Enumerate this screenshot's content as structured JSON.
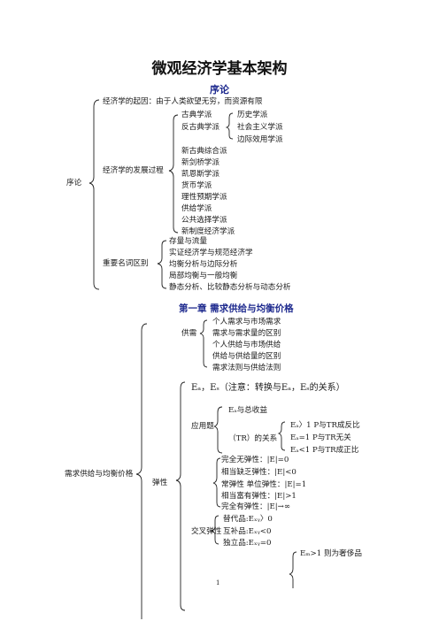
{
  "title": "微观经济学基本架构",
  "intro": {
    "heading": "序论",
    "root": "序论",
    "origin": "经济学的起因：由于人类欲望无穷，而资源有限",
    "development": {
      "label": "经济学的发展过程",
      "classical": "古典学派",
      "anti_classical": "反古典学派",
      "anti_subschools": [
        "历史学派",
        "社会主义学派",
        "边际效用学派"
      ],
      "schools": [
        "新古典综合派",
        "新剑桥学派",
        "凯恩斯学派",
        "货币学派",
        "理性预期学派",
        "供给学派",
        "公共选择学派",
        "新制度经济学派"
      ]
    },
    "terms": {
      "label": "重要名词区别",
      "items": [
        "存量与流量",
        "实证经济学与规范经济学",
        "均衡分析与边际分析",
        "局部均衡与一般均衡",
        "静态分析、比较静态分析与动态分析"
      ]
    }
  },
  "chapter1": {
    "heading": "第一章  需求供给与均衡价格",
    "root": "需求供给与均衡价格",
    "supply_demand": {
      "label": "供需",
      "items": [
        "个人需求与市场需求",
        "需求与需求量的区别",
        "个人供给与市场供给",
        "供给与供给量的区别",
        "需求法则与供给法则"
      ]
    },
    "elasticity": {
      "label": "弹性",
      "ed_es": "Eₐ，Eₛ（注意：转换与Eₐ，Eₛ的关系）",
      "ed_revenue": "Eₐ与总收益",
      "application": "应用题",
      "tr_relation": "（TR）的关系",
      "tr_items": [
        "Eₐ〉1   P与TR成反比",
        "Eₐ=1   P与TR无关",
        "Eₐ<1   P与TR成正比"
      ],
      "price_items": [
        "完全无弹性：|E|=0",
        "相当缺乏弹性：|E|<0",
        "常弹性    单位弹性：|E|=1",
        "相当富有弹性：|E|>1",
        "完全有弹性：|E|→∞"
      ],
      "cross": "交叉弹性",
      "cross_items": [
        "替代品:Eₓᵧ〉0",
        "互补品:Eₓᵧ<0",
        "独立品:Eₓᵧ=0"
      ],
      "income": "Eₘ>1  则为奢侈品"
    }
  },
  "page_number": "1"
}
